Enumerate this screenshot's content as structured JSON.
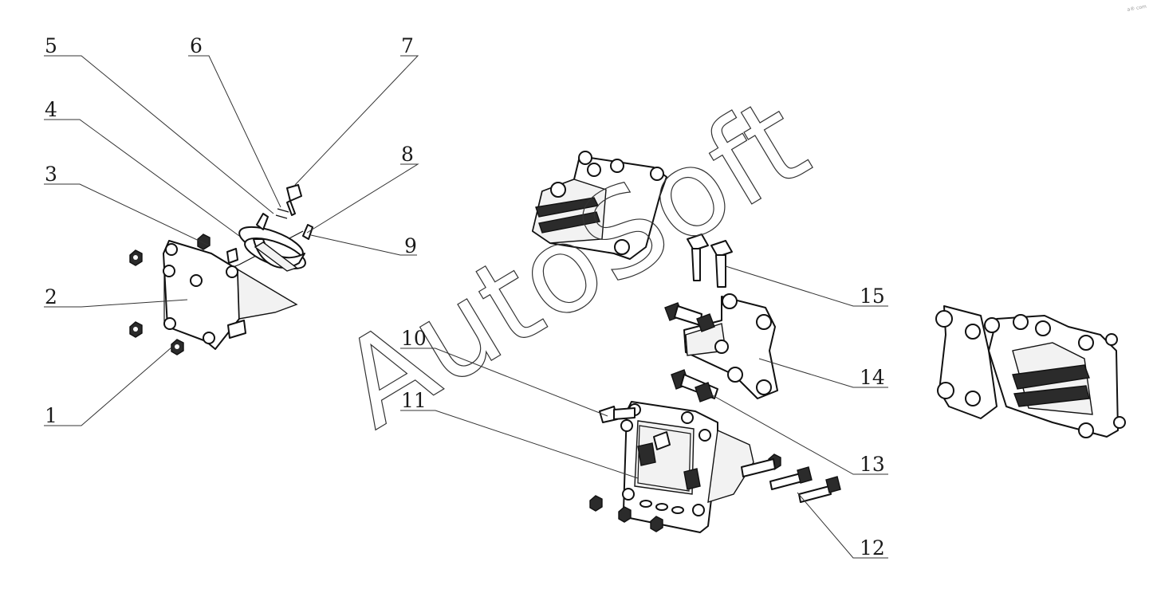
{
  "watermark": "AutoSoft",
  "corner_mark": "a® com",
  "callouts": [
    "1",
    "2",
    "3",
    "4",
    "5",
    "6",
    "7",
    "8",
    "9",
    "10",
    "11",
    "12",
    "13",
    "14",
    "15"
  ]
}
